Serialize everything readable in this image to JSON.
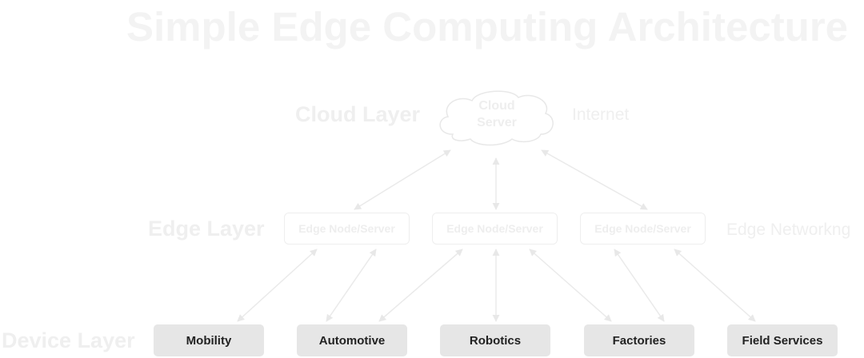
{
  "title": "Simple Edge Computing Architecture",
  "layers": {
    "cloud": "Cloud Layer",
    "edge": "Edge Layer",
    "device": "Device Layer"
  },
  "side_labels": {
    "internet": "Internet",
    "edge_networking": "Edge Networkng"
  },
  "cloud_server": {
    "line1": "Cloud",
    "line2": "Server"
  },
  "edge_nodes": [
    "Edge Node/Server",
    "Edge Node/Server",
    "Edge Node/Server"
  ],
  "devices": [
    "Mobility",
    "Automotive",
    "Robotics",
    "Factories",
    "Field Services"
  ],
  "colors": {
    "faded": "#efefef",
    "device_bg": "#e6e6e6",
    "device_text": "#222222",
    "arrow": "#eaeaea"
  }
}
